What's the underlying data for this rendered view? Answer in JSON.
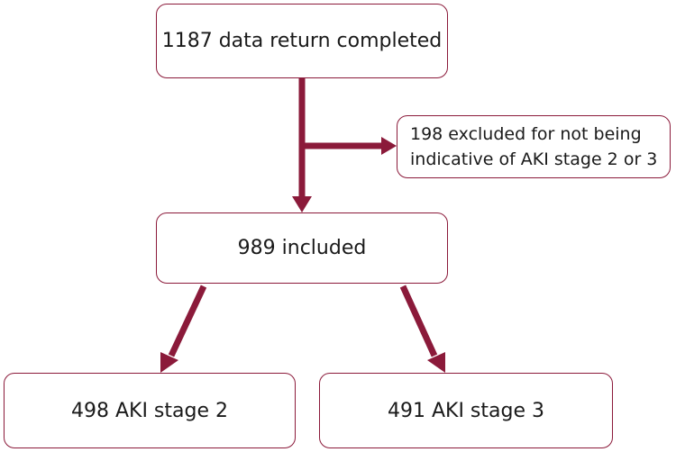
{
  "diagram": {
    "top_box": "1187 data return completed",
    "excluded_box": "198 excluded for not being\nindicative of AKI stage 2 or 3",
    "included_box": "989 included",
    "stage2_box": "498 AKI stage 2",
    "stage3_box": "491 AKI stage 3"
  },
  "colors": {
    "accent": "#8b1a3a",
    "text": "#1a1a1a",
    "background": "#ffffff"
  }
}
